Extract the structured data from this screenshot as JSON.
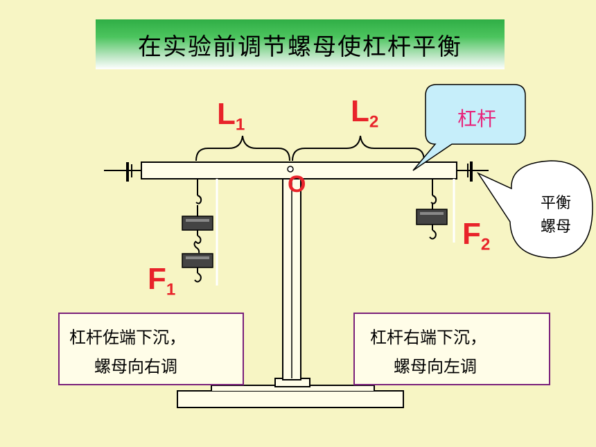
{
  "title": "在实验前调节螺母使杠杆平衡",
  "labels": {
    "L1": {
      "main": "L",
      "sub": "1"
    },
    "L2": {
      "main": "L",
      "sub": "2"
    },
    "F1": {
      "main": "F",
      "sub": "1"
    },
    "F2": {
      "main": "F",
      "sub": "2"
    },
    "pivot": "O"
  },
  "callout_lever": "杠杆",
  "callout_nut": {
    "line1": "平衡",
    "line2": "螺母"
  },
  "note_left": {
    "line1": "杠杆佐端下沉，",
    "line2": "螺母向右调"
  },
  "note_right": {
    "line1": "杠杆右端下沉，",
    "line2": "螺母向左调"
  },
  "colors": {
    "background": "#f7f5c4",
    "label_red": "#e8232a",
    "callout_fill": "#c6eefa",
    "note_border": "#7a1f7a"
  }
}
